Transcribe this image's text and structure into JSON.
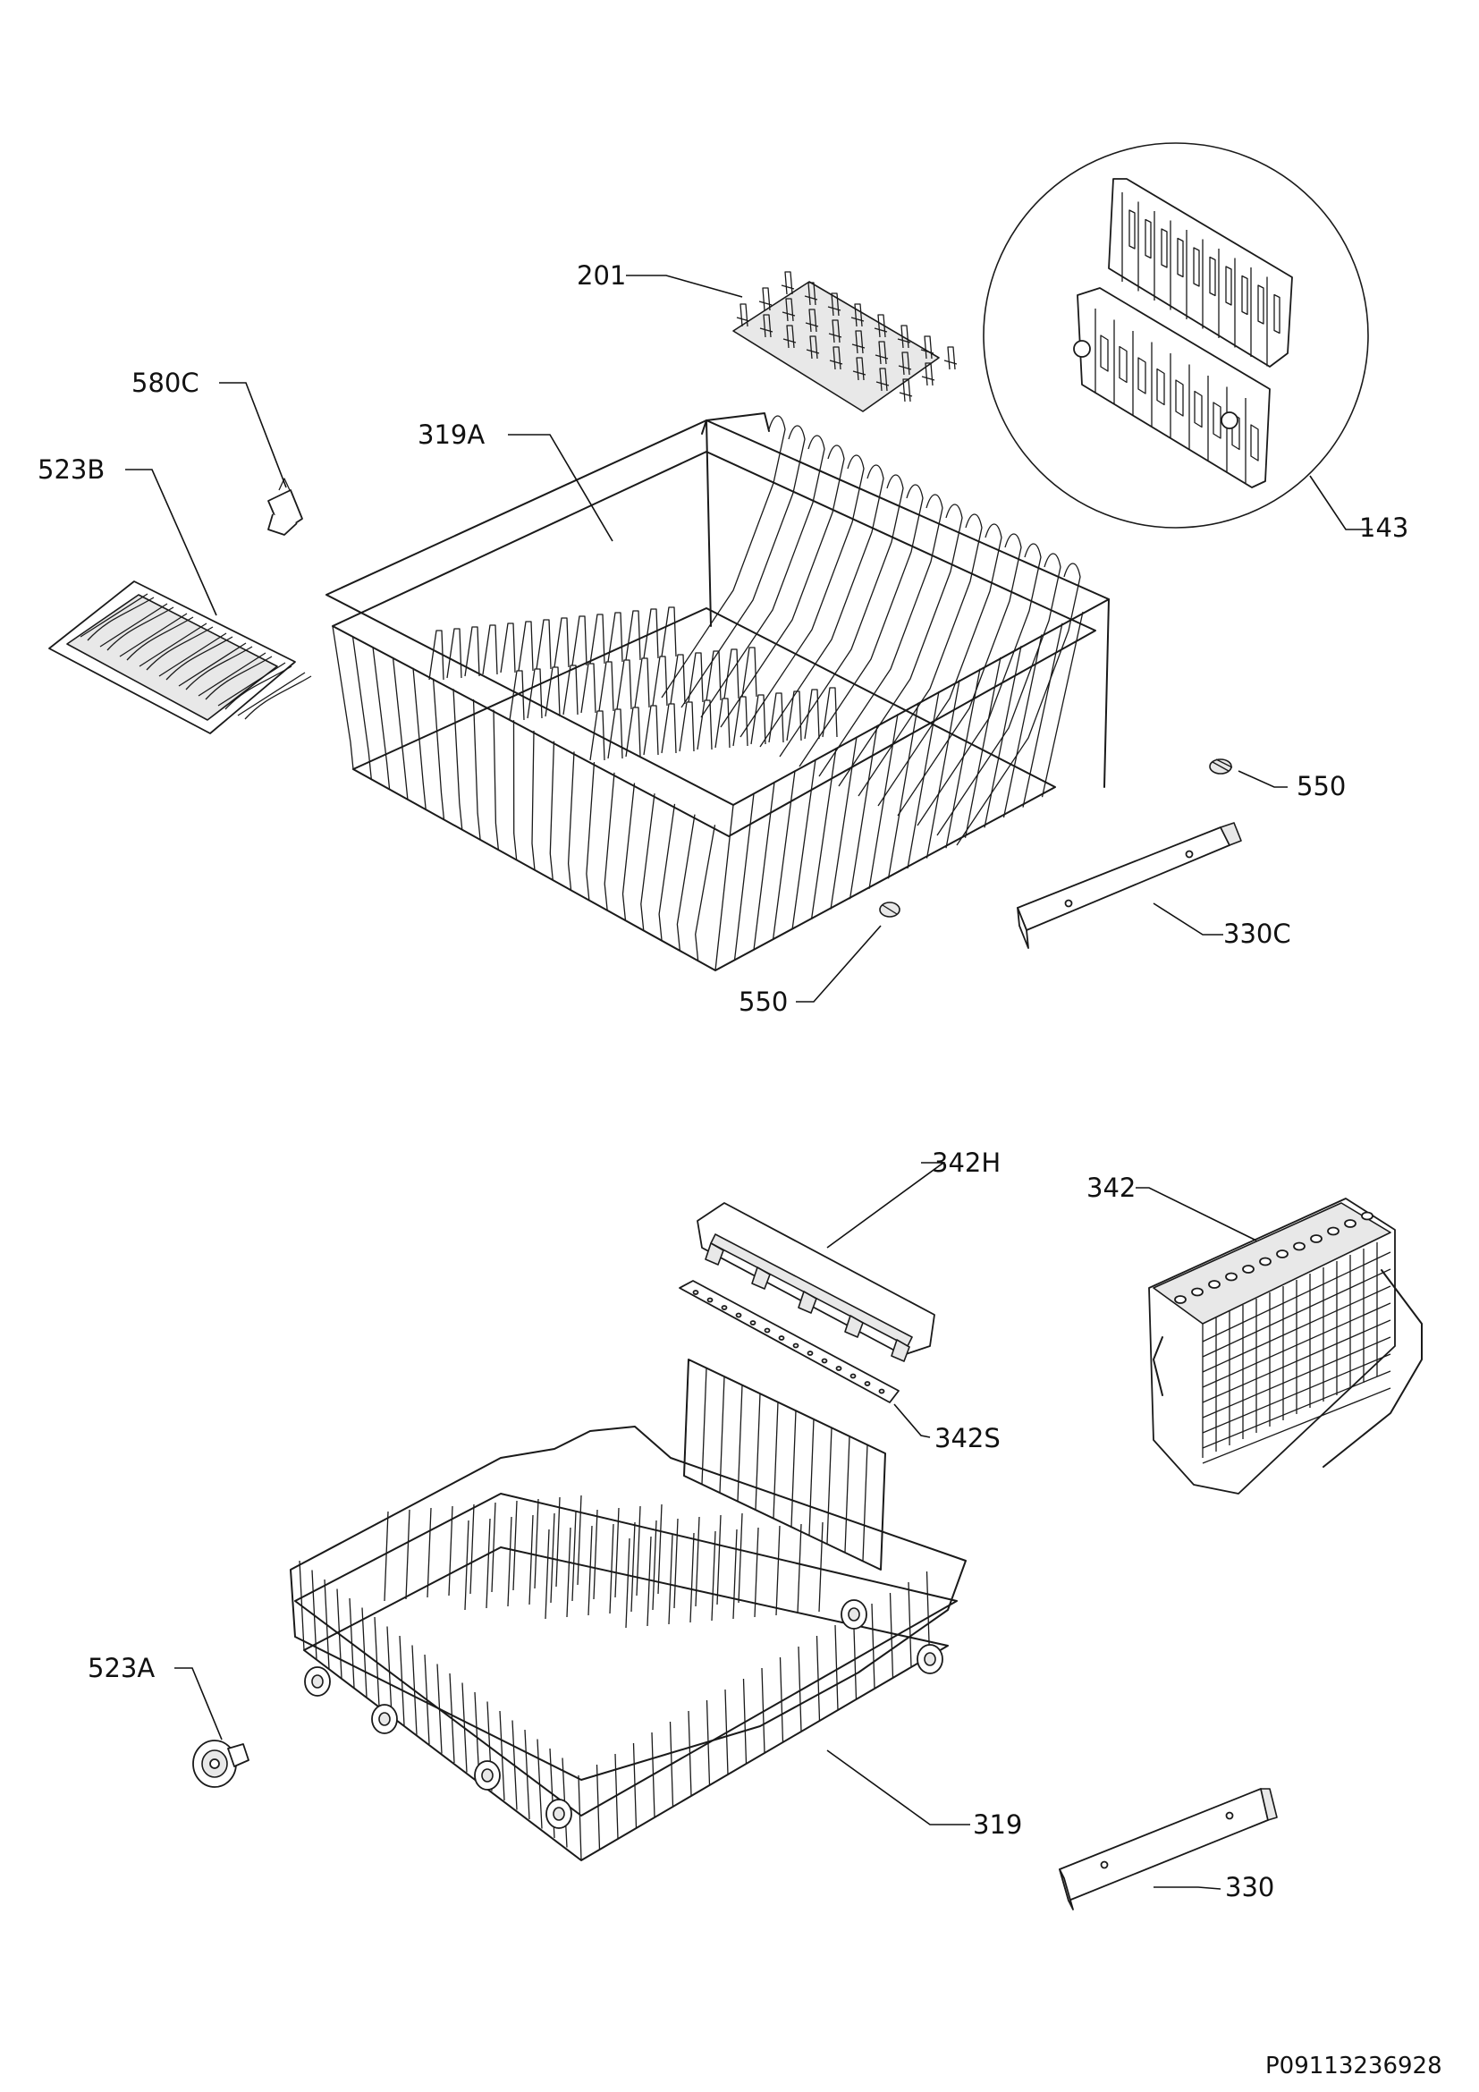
{
  "diagram": {
    "document_id": "P09113236928",
    "labels": {
      "l201": "201",
      "l580C": "580C",
      "l319A": "319A",
      "l523B": "523B",
      "l143": "143",
      "l550a": "550",
      "l550b": "550",
      "l330C": "330C",
      "l342H": "342H",
      "l342": "342",
      "l342S": "342S",
      "l523A": "523A",
      "l319": "319",
      "l330": "330"
    }
  }
}
